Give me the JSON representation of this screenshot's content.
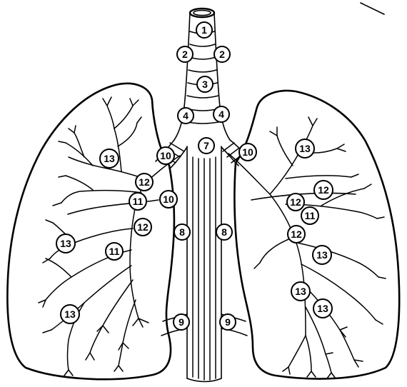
{
  "labels": {
    "l1": "1",
    "l2a": "2",
    "l2b": "2",
    "l3": "3",
    "l4a": "4",
    "l4b": "4",
    "l7": "7",
    "l8a": "8",
    "l8b": "8",
    "l9a": "9",
    "l9b": "9",
    "l10a": "10",
    "l10b": "10",
    "l10c": "10",
    "l11a": "11",
    "l11b": "11",
    "l11c": "11",
    "l12a": "12",
    "l12b": "12",
    "l12c": "12",
    "l12d": "12",
    "l12e": "12",
    "l13a": "13",
    "l13b": "13",
    "l13c": "13",
    "l13d": "13",
    "l13e": "13",
    "l13f": "13",
    "l13g": "13"
  }
}
